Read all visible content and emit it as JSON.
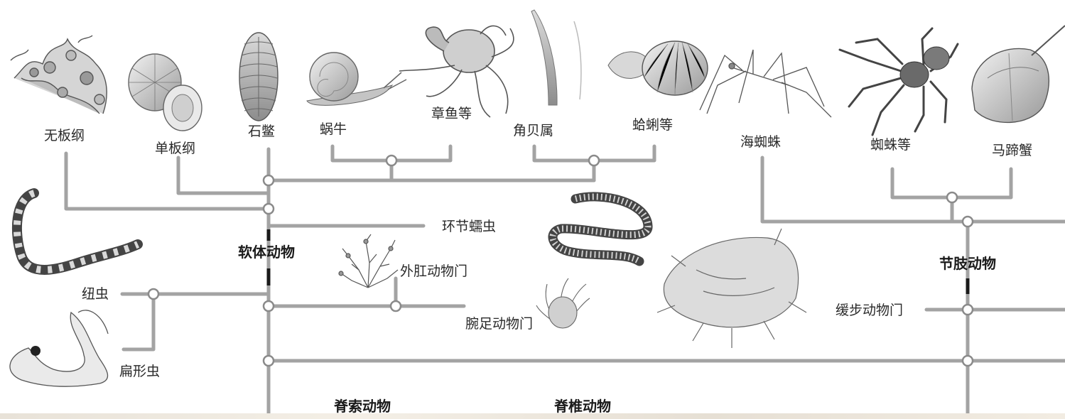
{
  "labels": {
    "wubangang": "无板纲",
    "danbangang": "单板纲",
    "shibie": "石鳖",
    "woniu": "蜗牛",
    "zhangyu": "章鱼等",
    "jiaobei": "角贝属",
    "geli": "蛤蜊等",
    "haizhizhu": "海蜘蛛",
    "zhizhu": "蜘蛛等",
    "matixie": "马蹄蟹",
    "ruanti": "软体动物",
    "huanjie": "环节蠕虫",
    "waigang": "外肛动物门",
    "wanzu": "腕足动物门",
    "niuchong": "纽虫",
    "bianxing": "扁形虫",
    "jiezhi": "节肢动物",
    "huanbu": "缓步动物门",
    "jisuo": "脊索动物",
    "jizhui": "脊椎动物"
  },
  "colors": {
    "line": "#a3a3a3",
    "node_fill": "#ffffff",
    "node_stroke": "#8a8a8a",
    "accent_mark": "#1a1a1a"
  },
  "illustrations": [
    "aplacophoran-coral",
    "monoplacophoran-shell",
    "chiton",
    "snail",
    "octopus",
    "tusk-shell",
    "clam",
    "sea-spider",
    "spider",
    "horseshoe-crab",
    "ribbon-worm",
    "flatworm",
    "bryozoan",
    "brachiopod",
    "earthworm",
    "tardigrade"
  ]
}
